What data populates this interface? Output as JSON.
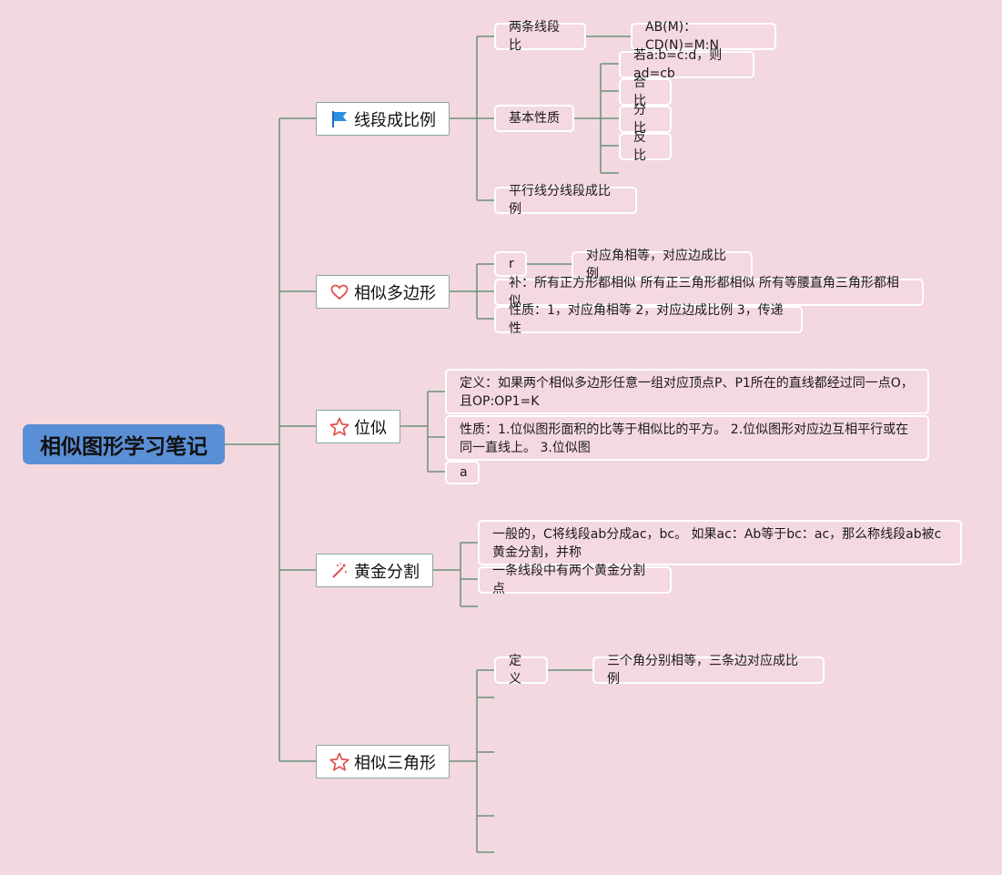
{
  "root": {
    "label": "相似图形学习笔记"
  },
  "topics": [
    {
      "label": "线段成比例",
      "icon": "flag-icon"
    },
    {
      "label": "相似多边形",
      "icon": "heart-icon"
    },
    {
      "label": "位似",
      "icon": "star-icon"
    },
    {
      "label": "黄金分割",
      "icon": "magic-wand-icon"
    },
    {
      "label": "相似三角形",
      "icon": "star-icon"
    }
  ],
  "nodes": {
    "two_segments_ratio": "两条线段比",
    "ab_cd_ratio": "AB(M)：CD(N)=M:N",
    "basic_property": "基本性质",
    "if_ratio": "若a:b=c:d，则ad=cb",
    "he_bi": "合比",
    "fen_bi": "分比",
    "fan_bi": "反比",
    "parallel_lines": "平行线分线段成比例",
    "r_label": "r",
    "corresponding": "对应角相等，对应边成比例",
    "supplement": "补：所有正方形都相似 所有正三角形都相似 所有等腰直角三角形都相似",
    "properties_poly": "性质：1，对应角相等 2，对应边成比例 3，传递性",
    "homothety_def": "定义：如果两个相似多边形任意一组对应顶点P、P1所在的直线都经过同一点O，且OP:OP1=K",
    "homothety_prop": "性质：1.位似图形面积的比等于相似比的平方。 2.位似图形对应边互相平行或在同一直线上。 3.位似图",
    "a_label": "a",
    "golden_def": "一般的，C将线段ab分成ac，bc。 如果ac：Ab等于bc：ac，那么称线段ab被c黄金分割，并称",
    "golden_two": "一条线段中有两个黄金分割点",
    "tri_def": "定义",
    "tri_def_text": "三个角分别相等，三条边对应成比例"
  },
  "colors": {
    "background": "#f3d8df",
    "root_fill": "#5a8fd6",
    "line": "#6b8f7e",
    "flag": "#2f8fe0",
    "heart": "#e0504e",
    "star": "#e0504e"
  }
}
